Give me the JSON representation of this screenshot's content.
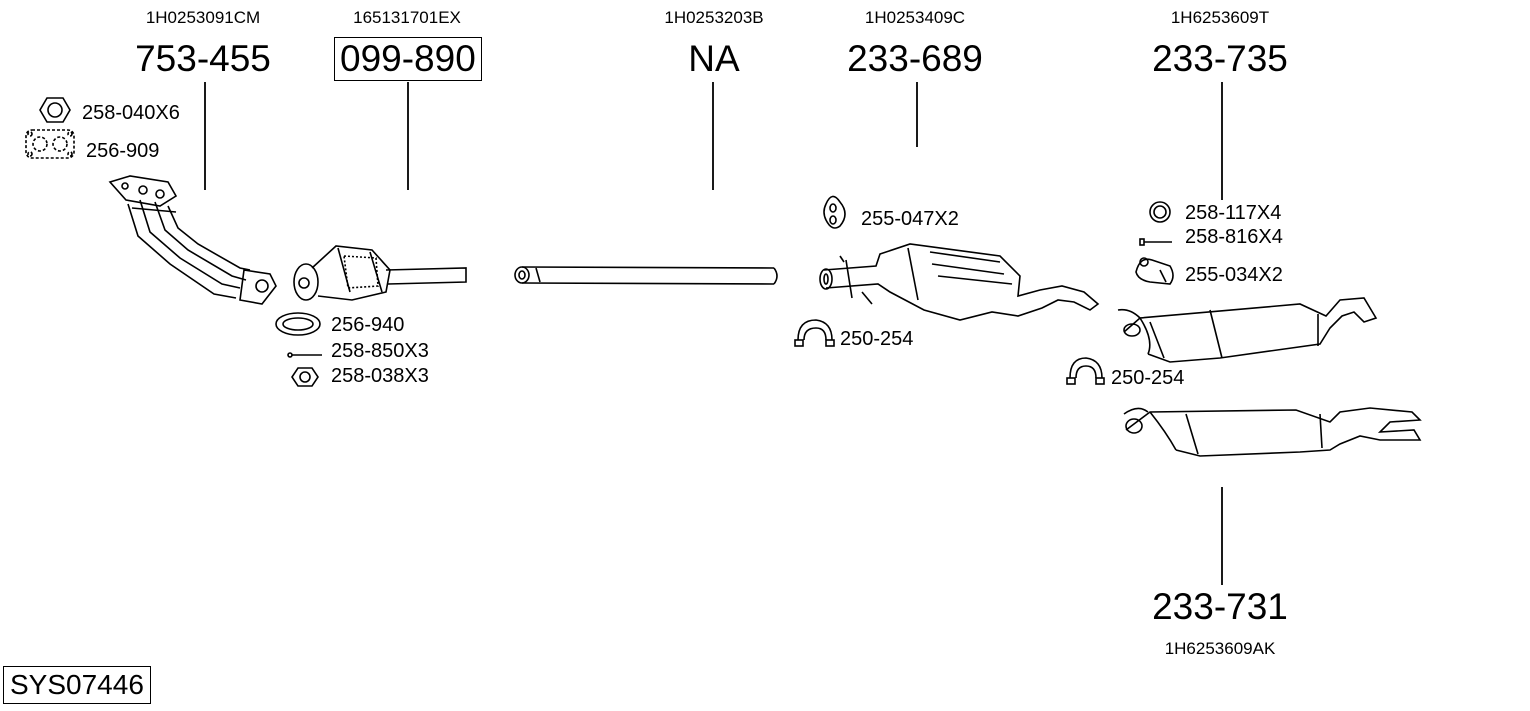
{
  "system_code": "SYS07446",
  "columns": [
    {
      "oe": "1H0253091CM",
      "part": "753-455",
      "boxed": false
    },
    {
      "oe": "165131701EX",
      "part": "099-890",
      "boxed": true
    },
    {
      "oe": "1H0253203B",
      "part": "NA",
      "boxed": false
    },
    {
      "oe": "1H0253409C",
      "part": "233-689",
      "boxed": false
    },
    {
      "oe": "1H6253609T",
      "part": "233-735",
      "boxed": false
    }
  ],
  "bottom_part": {
    "part": "233-731",
    "oe": "1H6253609AK"
  },
  "accessories": {
    "nut_x6": "258-040X6",
    "gasket_909": "256-909",
    "gasket_940": "256-940",
    "bolt_x3": "258-850X3",
    "nut_x3": "258-038X3",
    "hanger_047": "255-047X2",
    "clamp_mid": "250-254",
    "ring_117": "258-117X4",
    "bolt_816": "258-816X4",
    "hanger_034": "255-034X2",
    "clamp_rear": "250-254"
  }
}
